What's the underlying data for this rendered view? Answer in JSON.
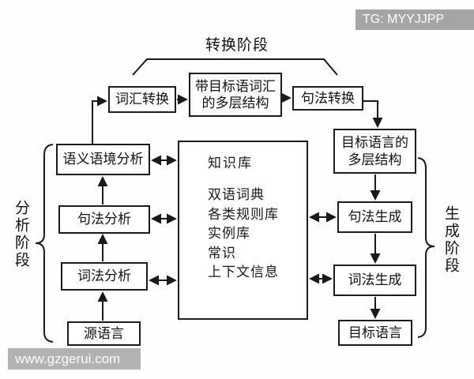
{
  "badge": {
    "label": "TG: MYYJJPP",
    "bg": "#a5a5a5",
    "fg": "#ffffff"
  },
  "watermark": {
    "label": "www.gzgerui.com",
    "bg": "#b2b2b2",
    "fg": "#fdfdfd"
  },
  "phases": {
    "transfer": "转换阶段",
    "analysis": "分析阶段",
    "generation": "生成阶段"
  },
  "boxes": {
    "lexical_transfer": "词汇转换",
    "target_vocab_structure": "带目标语词汇\n的多层结构",
    "syntax_transfer": "句法转换",
    "semantic_context_analysis": "语义语境分析",
    "target_lang_structure": "目标语言的\n多层结构",
    "syntax_analysis": "句法分析",
    "syntax_generation": "句法生成",
    "lexical_analysis": "词法分析",
    "lexical_generation": "词法生成",
    "source_language": "源语言",
    "target_language": "目标语言"
  },
  "knowledge_base": {
    "title": "知识库",
    "items": [
      "双语词典",
      "各类规则库",
      "实例库",
      "常识",
      "上下文信息"
    ]
  },
  "colors": {
    "line": "#1a1a1a",
    "background": "#ffffff"
  }
}
